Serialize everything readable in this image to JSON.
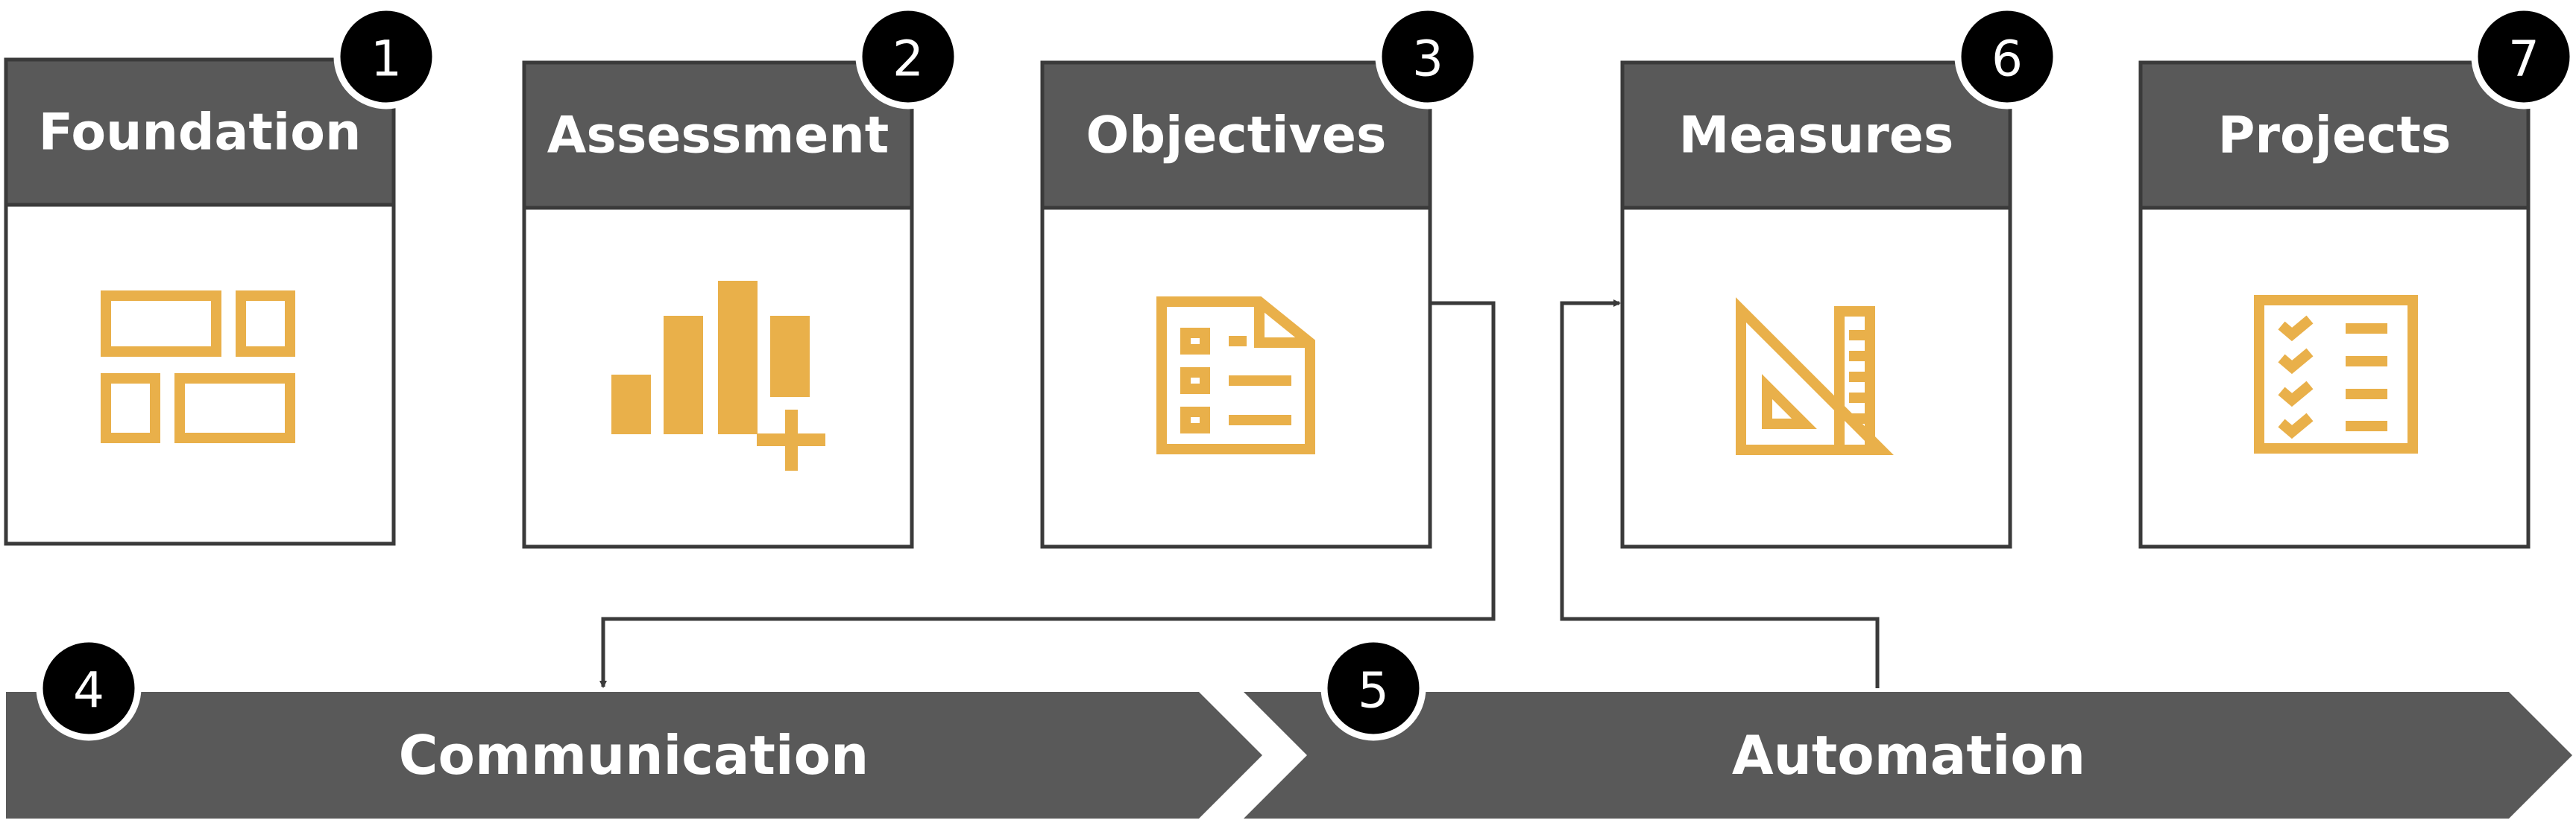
{
  "colors": {
    "header": "#595959",
    "icon": "#E9B04A",
    "badge": "#000000",
    "border": "#3a3a3a"
  },
  "cards": [
    {
      "title": "Foundation",
      "badge": "1",
      "icon": "layout-blocks-icon"
    },
    {
      "title": "Assessment",
      "badge": "2",
      "icon": "bar-chart-plus-icon"
    },
    {
      "title": "Objectives",
      "badge": "3",
      "icon": "document-checklist-icon"
    },
    {
      "title": "Measures",
      "badge": "6",
      "icon": "triangle-ruler-icon"
    },
    {
      "title": "Projects",
      "badge": "7",
      "icon": "checklist-icon"
    }
  ],
  "banners": [
    {
      "title": "Communication",
      "badge": "4"
    },
    {
      "title": "Automation",
      "badge": "5"
    }
  ]
}
